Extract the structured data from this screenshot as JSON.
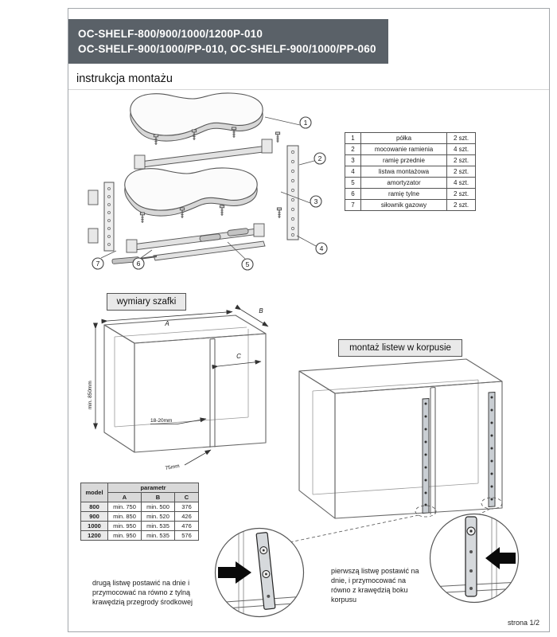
{
  "page": {
    "header_line1": "OC-SHELF-800/900/1000/1200P-010",
    "header_line2": "OC-SHELF-900/1000/PP-010,  OC-SHELF-900/1000/PP-060",
    "title": "instrukcja montażu",
    "footer": "strona 1/2"
  },
  "section_labels": {
    "cabinet_dimensions": "wymiary szafki",
    "rail_mounting": "montaż listew w korpusie"
  },
  "parts_table": {
    "rows": [
      {
        "no": "1",
        "name": "półka",
        "qty": "2 szt."
      },
      {
        "no": "2",
        "name": "mocowanie ramienia",
        "qty": "4 szt."
      },
      {
        "no": "3",
        "name": "ramię przednie",
        "qty": "2 szt."
      },
      {
        "no": "4",
        "name": "listwa montażowa",
        "qty": "2 szt."
      },
      {
        "no": "5",
        "name": "amortyzator",
        "qty": "4 szt."
      },
      {
        "no": "6",
        "name": "ramię tylne",
        "qty": "2 szt."
      },
      {
        "no": "7",
        "name": "siłownik gazowy",
        "qty": "2 szt."
      }
    ]
  },
  "callouts": [
    "1",
    "2",
    "3",
    "4",
    "5",
    "6",
    "7"
  ],
  "dimension_labels": {
    "a": "A",
    "b": "B",
    "c": "C",
    "min_height": "min. 850mm",
    "divider_gap": "18-20mm",
    "bottom_offset": "75mm"
  },
  "dims_table": {
    "model_header": "model",
    "param_header": "parametr",
    "columns": [
      "A",
      "B",
      "C"
    ],
    "rows": [
      {
        "model": "800",
        "a": "min. 750",
        "b": "min. 500",
        "c": "376"
      },
      {
        "model": "900",
        "a": "min. 850",
        "b": "min. 520",
        "c": "426"
      },
      {
        "model": "1000",
        "a": "min. 950",
        "b": "min. 535",
        "c": "476"
      },
      {
        "model": "1200",
        "a": "min. 950",
        "b": "min. 535",
        "c": "576"
      }
    ]
  },
  "notes": {
    "second_rail": "drugą listwę postawić na dnie i przymocować na równo z tylną krawędzią przegrody środkowej",
    "first_rail": "pierwszą listwę postawić na dnie, i przymocować na równo z krawędzią boku korpusu"
  },
  "colors": {
    "header_bg": "#5a6168",
    "header_text": "#ffffff",
    "line": "#555555",
    "table_header_bg": "#d9d9d9"
  }
}
